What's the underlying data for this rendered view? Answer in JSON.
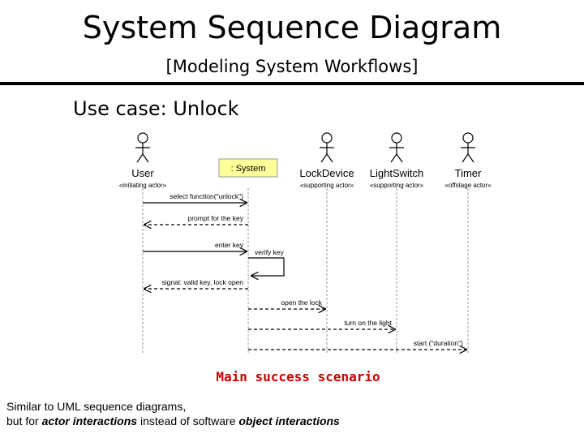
{
  "header": {
    "title": "System Sequence Diagram",
    "subtitle": "[Modeling System Workflows]"
  },
  "use_case": "Use case: Unlock",
  "diagram": {
    "lifelines": [
      {
        "id": "user",
        "name": "User",
        "stereotype": "«initiating actor»",
        "kind": "actor"
      },
      {
        "id": "system",
        "name": ": System",
        "stereotype": "",
        "kind": "object"
      },
      {
        "id": "lockdevice",
        "name": "LockDevice",
        "stereotype": "«supporting actor»",
        "kind": "actor"
      },
      {
        "id": "lightswitch",
        "name": "LightSwitch",
        "stereotype": "«supporting actor»",
        "kind": "actor"
      },
      {
        "id": "timer",
        "name": "Timer",
        "stereotype": "«offstage actor»",
        "kind": "actor"
      }
    ],
    "messages": [
      {
        "label": "select function(\"unlock\")",
        "from": "user",
        "to": "system",
        "style": "solid"
      },
      {
        "label": "prompt for the key",
        "from": "system",
        "to": "user",
        "style": "dashed"
      },
      {
        "label": "enter key",
        "from": "user",
        "to": "system",
        "style": "solid"
      },
      {
        "label": "verify key",
        "from": "system",
        "to": "system",
        "style": "self"
      },
      {
        "label": "signal: valid key, lock open",
        "from": "system",
        "to": "user",
        "style": "dashed"
      },
      {
        "label": "open the lock",
        "from": "system",
        "to": "lockdevice",
        "style": "dashed"
      },
      {
        "label": "turn on the light",
        "from": "system",
        "to": "lightswitch",
        "style": "dashed"
      },
      {
        "label": "start (\"duration\")",
        "from": "system",
        "to": "timer",
        "style": "dashed"
      }
    ],
    "colors": {
      "system_box": "#ffff99",
      "lifeline": "#999999",
      "arrow": "#000000"
    }
  },
  "caption": "Main success scenario",
  "footer": {
    "line1": "Similar to UML sequence diagrams,",
    "line2_a": "but for ",
    "line2_b": "actor interactions",
    "line2_c": " instead of software ",
    "line2_d": "object interactions"
  }
}
